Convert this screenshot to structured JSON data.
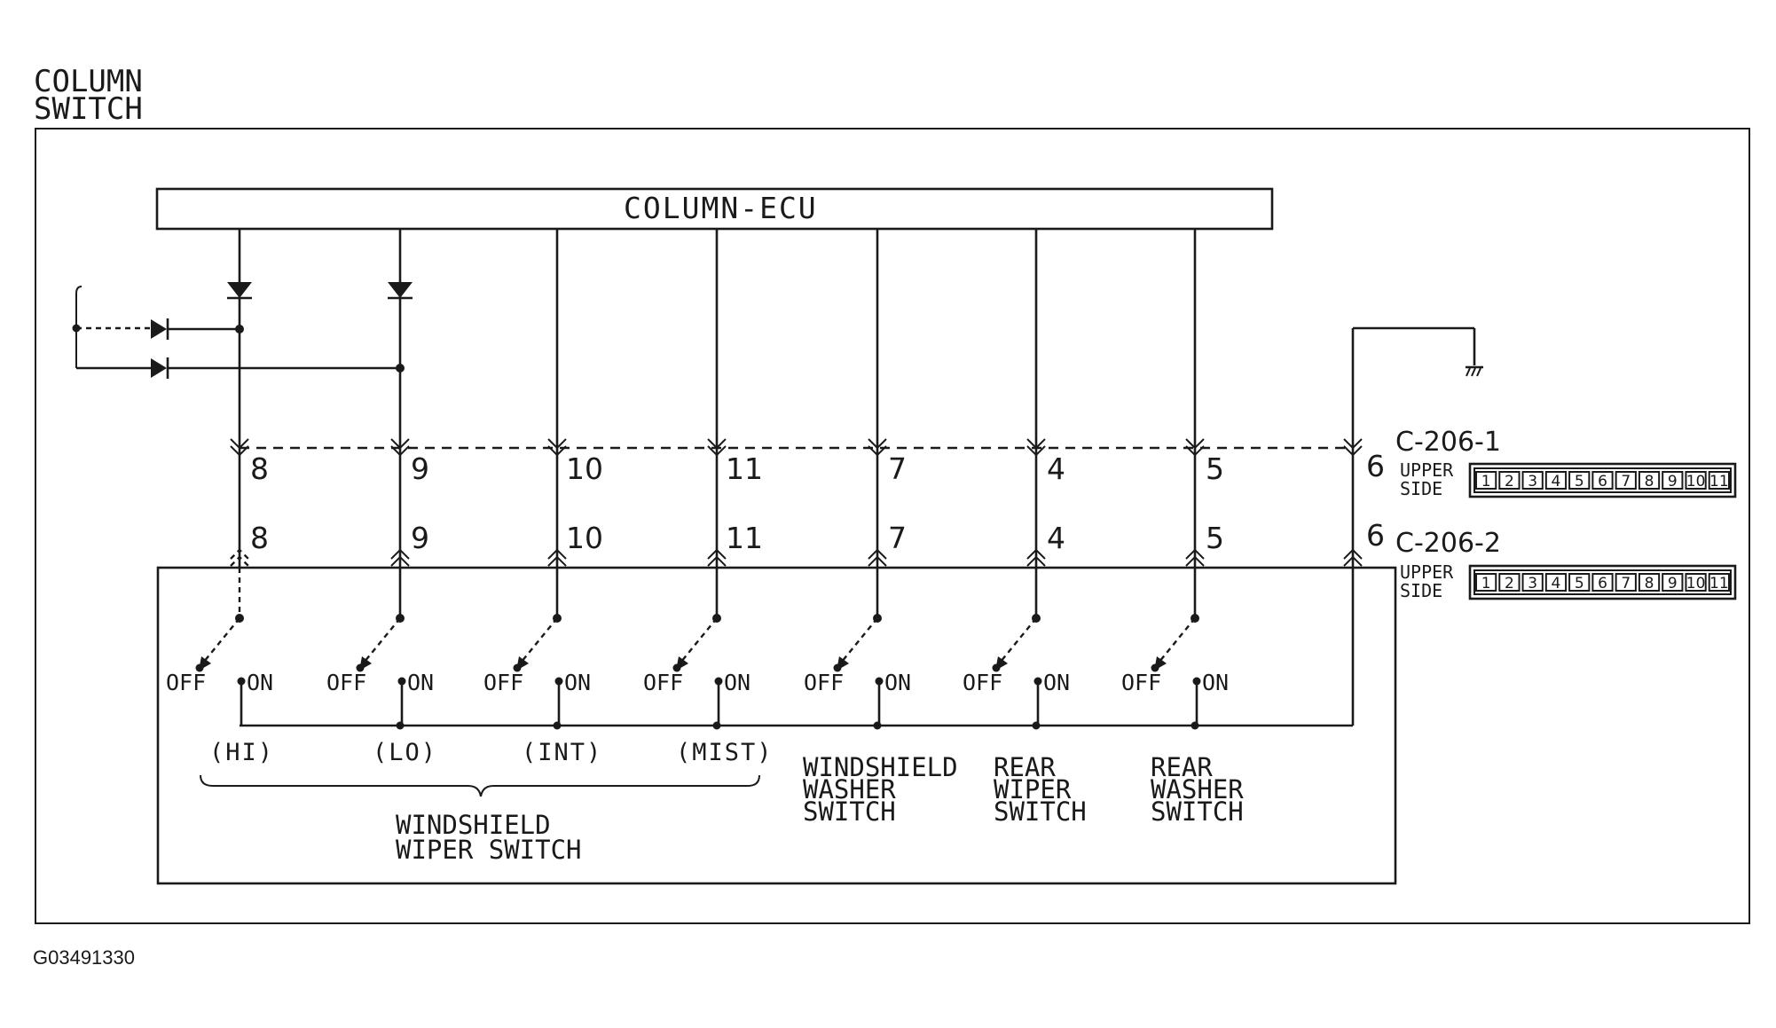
{
  "title_line1": "COLUMN",
  "title_line2": "SWITCH",
  "ecu_label": "COLUMN-ECU",
  "connectors": {
    "upper": {
      "name": "C-206-1",
      "side_line1": "UPPER",
      "side_line2": "SIDE"
    },
    "lower": {
      "name": "C-206-2",
      "side_line1": "UPPER",
      "side_line2": "SIDE"
    },
    "cells": [
      "1",
      "2",
      "3",
      "4",
      "5",
      "6",
      "7",
      "8",
      "9",
      "10",
      "11"
    ]
  },
  "pins": [
    "8",
    "9",
    "10",
    "11",
    "7",
    "4",
    "5"
  ],
  "ground_pin": "6",
  "switch_off": "OFF",
  "switch_on": "ON",
  "positions": [
    "(HI)",
    "(LO)",
    "(INT)",
    "(MIST)"
  ],
  "wiper_switch": {
    "line1": "WINDSHIELD",
    "line2": "WIPER SWITCH"
  },
  "washer_switch": {
    "line1": "WINDSHIELD",
    "line2": "WASHER",
    "line3": "SWITCH"
  },
  "rear_wiper_switch": {
    "line1": "REAR",
    "line2": "WIPER",
    "line3": "SWITCH"
  },
  "rear_washer_switch": {
    "line1": "REAR",
    "line2": "WASHER",
    "line3": "SWITCH"
  },
  "figure_code": "G03491330"
}
